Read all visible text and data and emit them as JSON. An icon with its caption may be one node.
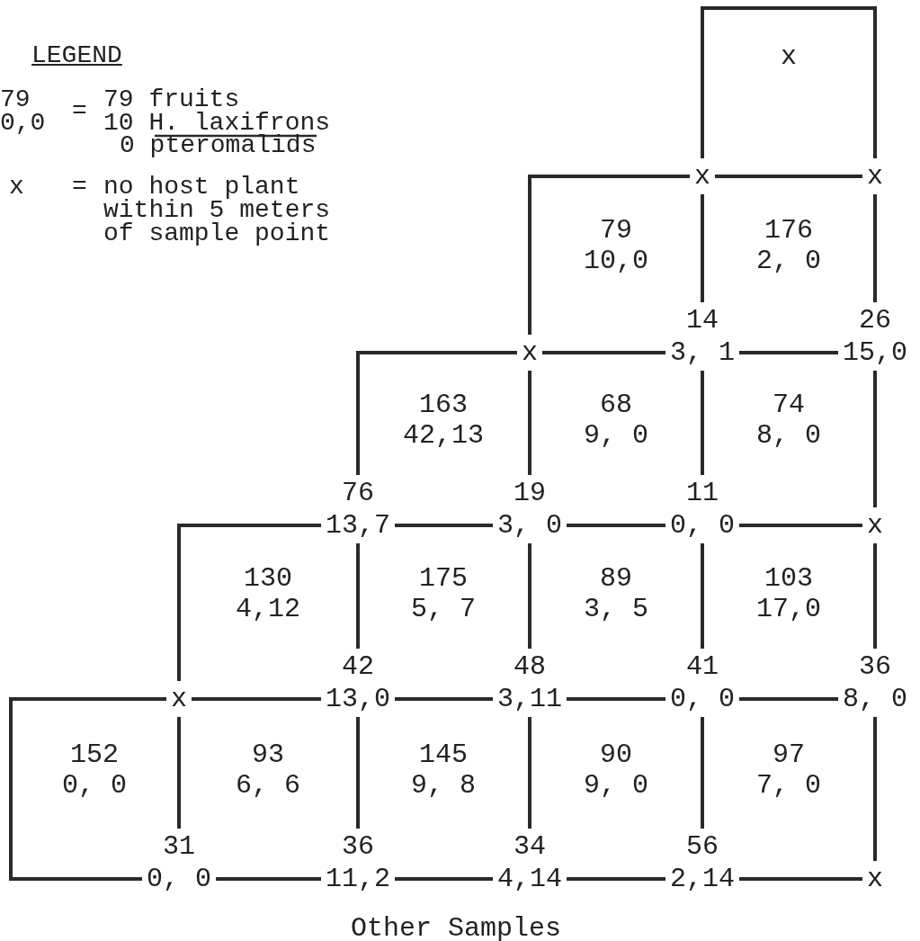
{
  "diagram": {
    "nodes": [
      {
        "text": [
          "x"
        ]
      },
      {
        "text": [
          "x"
        ]
      },
      {
        "text": [
          "x"
        ]
      },
      {
        "text": [
          "14",
          "3, 1"
        ]
      },
      {
        "text": [
          "26",
          "15,0"
        ]
      },
      {
        "text": [
          "76",
          "13,7"
        ]
      },
      {
        "text": [
          "19",
          "3, 0"
        ]
      },
      {
        "text": [
          "11",
          "0, 0"
        ]
      },
      {
        "text": [
          "x"
        ]
      },
      {
        "text": [
          "x"
        ]
      },
      {
        "text": [
          "42",
          "13,0"
        ]
      },
      {
        "text": [
          "48",
          "3,11"
        ]
      },
      {
        "text": [
          "41",
          "0, 0"
        ]
      },
      {
        "text": [
          "36",
          "8, 0"
        ]
      },
      {
        "text": [
          "31",
          "0, 0"
        ]
      },
      {
        "text": [
          "36",
          "11,2"
        ]
      },
      {
        "text": [
          "34",
          "4,14"
        ]
      },
      {
        "text": [
          "56",
          "2,14"
        ]
      },
      {
        "text": [
          "x"
        ]
      }
    ],
    "edges": [
      {
        "from": 0,
        "to": 1,
        "arrow": "none"
      },
      {
        "from": 0,
        "to": 1,
        "arrow": "none"
      },
      {
        "from": 2,
        "to": 0,
        "arrow": "none"
      },
      {
        "from": 0,
        "to": 3,
        "arrow": "none"
      },
      {
        "from": 1,
        "to": 4,
        "arrow": "none"
      },
      {
        "from": 2,
        "to": 3,
        "arrow": "none"
      },
      {
        "from": 3,
        "to": 4,
        "arrow": "none"
      },
      {
        "from": 5,
        "to": 2,
        "arrow": "none"
      },
      {
        "from": 2,
        "to": 6,
        "arrow": "none"
      },
      {
        "from": 3,
        "to": 7,
        "arrow": "none"
      },
      {
        "from": 4,
        "to": 8,
        "arrow": "none"
      },
      {
        "from": 5,
        "to": 6,
        "arrow": "none"
      },
      {
        "from": 6,
        "to": 7,
        "arrow": "none"
      },
      {
        "from": 7,
        "to": 8,
        "arrow": "none"
      },
      {
        "from": 9,
        "to": 5,
        "arrow": "none"
      },
      {
        "from": 5,
        "to": 10,
        "arrow": "none"
      },
      {
        "from": 6,
        "to": 11,
        "arrow": "none"
      },
      {
        "from": 7,
        "to": 12,
        "arrow": "none"
      },
      {
        "from": 8,
        "to": 13,
        "arrow": "none"
      },
      {
        "from": 9,
        "to": 10,
        "arrow": "none"
      },
      {
        "from": 10,
        "to": 11,
        "arrow": "none"
      },
      {
        "from": 11,
        "to": 12,
        "arrow": "none"
      },
      {
        "from": 12,
        "to": 13,
        "arrow": "none"
      },
      {
        "from": 9,
        "to": 14,
        "arrow": "none"
      },
      {
        "from": 9,
        "to": 14,
        "arrow": "none"
      },
      {
        "from": 10,
        "to": 15,
        "arrow": "none"
      },
      {
        "from": 11,
        "to": 16,
        "arrow": "none"
      },
      {
        "from": 12,
        "to": 17,
        "arrow": "none"
      },
      {
        "from": 13,
        "to": 18,
        "arrow": "none"
      },
      {
        "from": 14,
        "to": 15,
        "arrow": "none"
      },
      {
        "from": 15,
        "to": 16,
        "arrow": "none"
      },
      {
        "from": 16,
        "to": 17,
        "arrow": "none"
      },
      {
        "from": 17,
        "to": 18,
        "arrow": "none"
      }
    ],
    "labels": [
      "LEGEND",
      "79",
      "0,0",
      "=",
      "79 fruits",
      "10 H. laxifrons",
      "0 pteromalids",
      "x",
      "=",
      "no host plant within 5 meters of sample point",
      "x",
      "79",
      "10,0",
      "176",
      "2, 0",
      "163",
      "42,13",
      "68",
      "9, 0",
      "74",
      "8, 0",
      "130",
      "4,12",
      "175",
      "5, 7",
      "89",
      "3, 5",
      "103",
      "17,0",
      "152",
      "0, 0",
      "93",
      "6, 6",
      "145",
      "9, 8",
      "90",
      "9, 0",
      "97",
      "7, 0",
      "Other Samples"
    ]
  }
}
